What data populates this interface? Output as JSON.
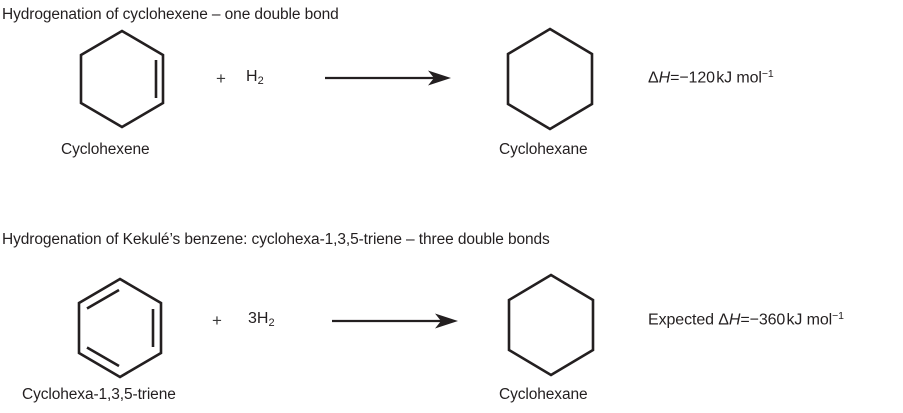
{
  "reactions": [
    {
      "title": "Hydrogenation of cyclohexene – one double bond",
      "reactant": {
        "label": "Cyclohexene",
        "structure": "hexagon-one-double-bond"
      },
      "plus": "+",
      "coreactant_coefficient": "",
      "coreactant_formula": "H",
      "coreactant_subscript": "2",
      "arrow": "reaction-arrow",
      "product": {
        "label": "Cyclohexane",
        "structure": "hexagon-plain"
      },
      "enthalpy_prefix": "",
      "enthalpy_symbol": "Δ",
      "enthalpy_variable": "H",
      "enthalpy_equals": "=",
      "enthalpy_value": "−120",
      "enthalpy_units": "kJ mol",
      "enthalpy_exponent": "−1"
    },
    {
      "title": "Hydrogenation of Kekulé’s benzene: cyclohexa-1,3,5-triene – three double bonds",
      "reactant": {
        "label": "Cyclohexa-1,3,5-triene",
        "structure": "hexagon-three-double-bonds"
      },
      "plus": "+",
      "coreactant_coefficient": "3",
      "coreactant_formula": "H",
      "coreactant_subscript": "2",
      "arrow": "reaction-arrow",
      "product": {
        "label": "Cyclohexane",
        "structure": "hexagon-plain"
      },
      "enthalpy_prefix": "Expected",
      "enthalpy_symbol": "Δ",
      "enthalpy_variable": "H",
      "enthalpy_equals": "=",
      "enthalpy_value": "−360",
      "enthalpy_units": "kJ mol",
      "enthalpy_exponent": "−1"
    }
  ],
  "colors": {
    "ink": "#231f20",
    "background": "#ffffff"
  }
}
